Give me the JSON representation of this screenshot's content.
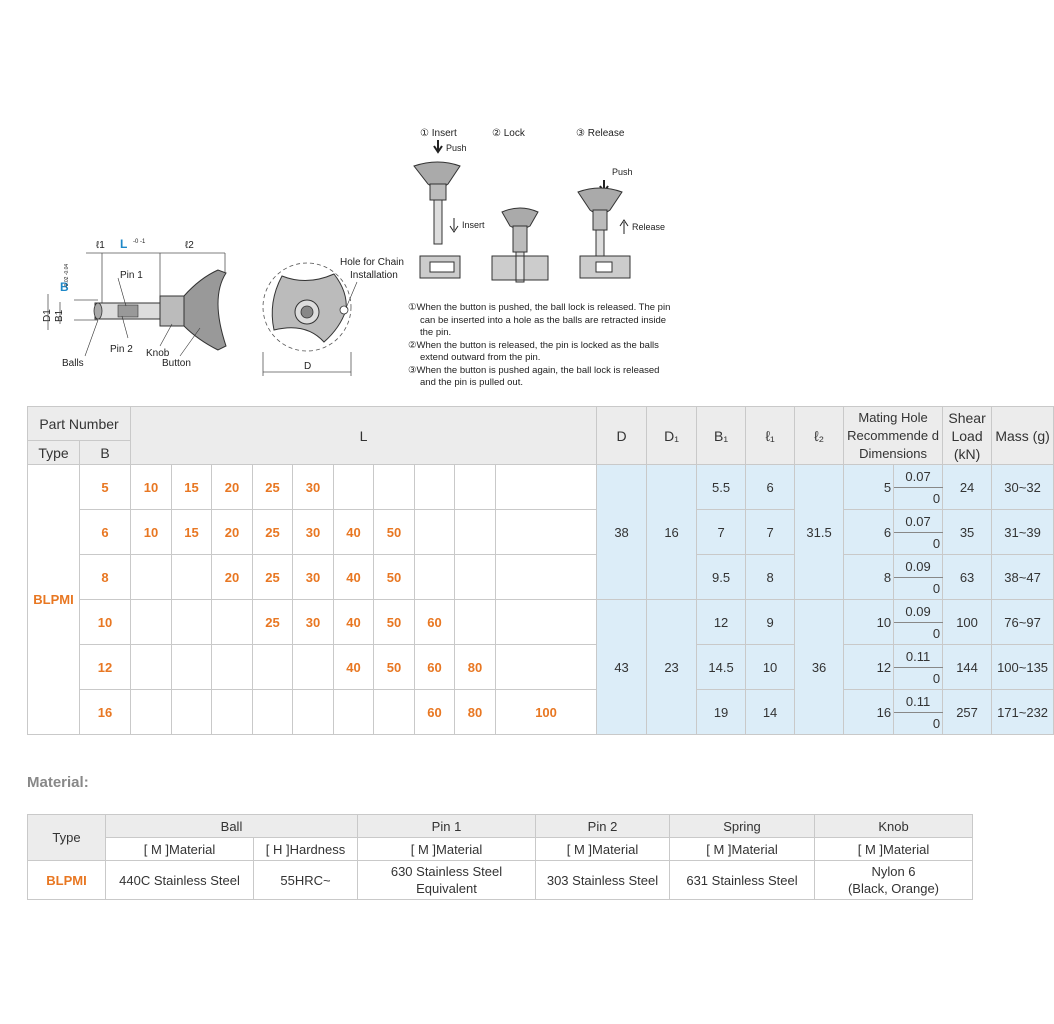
{
  "diagram": {
    "dims": {
      "l1": "ℓ1",
      "L": "L",
      "L_tol": "-0 -1",
      "l2": "ℓ2",
      "B": "B",
      "B_tol": "-0.02 -0.04",
      "D1": "D1",
      "B1": "B1",
      "D": "D"
    },
    "labels": {
      "pin1": "Pin 1",
      "pin2": "Pin 2",
      "balls": "Balls",
      "knob": "Knob",
      "button": "Button",
      "chain_hole": "Hole for Chain",
      "chain_install": "Installation"
    },
    "steps": {
      "insert": "① Insert",
      "lock": "② Lock",
      "release": "③ Release",
      "push": "Push",
      "insert_arrow": "Insert",
      "release_arrow": "Release"
    },
    "notes": [
      "①When the button is pushed, the ball lock is released. The pin",
      "can be inserted into a hole as the balls are retracted inside",
      "the pin.",
      "②When the button is released, the pin is locked as the balls",
      "extend outward from the pin.",
      "③When the button is pushed again, the ball lock is released",
      "and the pin is pulled out."
    ]
  },
  "spec_table": {
    "headers": {
      "part_number": "Part Number",
      "type": "Type",
      "b": "B",
      "l": "L",
      "d": "D",
      "d1": "D₁",
      "b1": "B₁",
      "l1": "ℓ₁",
      "l2": "ℓ₂",
      "mating": "Mating Hole Recommende d Dimensions",
      "shear": "Shear Load (kN)",
      "mass": "Mass (g)"
    },
    "type_value": "BLPMI",
    "rows": [
      {
        "b": "5",
        "L": [
          "10",
          "15",
          "20",
          "25",
          "30",
          "",
          "",
          "",
          "",
          ""
        ],
        "b1": "5.5",
        "l1": "6",
        "mh": "5",
        "mh_up": "0.07",
        "mh_lo": "0",
        "shear": "24",
        "mass": "30~32"
      },
      {
        "b": "6",
        "L": [
          "10",
          "15",
          "20",
          "25",
          "30",
          "40",
          "50",
          "",
          "",
          ""
        ],
        "b1": "7",
        "l1": "7",
        "mh": "6",
        "mh_up": "0.07",
        "mh_lo": "0",
        "shear": "35",
        "mass": "31~39"
      },
      {
        "b": "8",
        "L": [
          "",
          "",
          "20",
          "25",
          "30",
          "40",
          "50",
          "",
          "",
          ""
        ],
        "b1": "9.5",
        "l1": "8",
        "mh": "8",
        "mh_up": "0.09",
        "mh_lo": "0",
        "shear": "63",
        "mass": "38~47"
      },
      {
        "b": "10",
        "L": [
          "",
          "",
          "",
          "25",
          "30",
          "40",
          "50",
          "60",
          "",
          ""
        ],
        "b1": "12",
        "l1": "9",
        "mh": "10",
        "mh_up": "0.09",
        "mh_lo": "0",
        "shear": "100",
        "mass": "76~97"
      },
      {
        "b": "12",
        "L": [
          "",
          "",
          "",
          "",
          "",
          "40",
          "50",
          "60",
          "80",
          ""
        ],
        "b1": "14.5",
        "l1": "10",
        "mh": "12",
        "mh_up": "0.11",
        "mh_lo": "0",
        "shear": "144",
        "mass": "100~135"
      },
      {
        "b": "16",
        "L": [
          "",
          "",
          "",
          "",
          "",
          "",
          "",
          "60",
          "80",
          "100"
        ],
        "b1": "19",
        "l1": "14",
        "mh": "16",
        "mh_up": "0.11",
        "mh_lo": "0",
        "shear": "257",
        "mass": "171~232"
      }
    ],
    "groups": [
      {
        "d": "38",
        "d1": "16",
        "l2": "31.5"
      },
      {
        "d": "43",
        "d1": "23",
        "l2": "36"
      }
    ]
  },
  "material": {
    "title": "Material:",
    "type_header": "Type",
    "cols": {
      "ball": "Ball",
      "pin1": "Pin 1",
      "pin2": "Pin 2",
      "spring": "Spring",
      "knob": "Knob"
    },
    "sub": {
      "m_material": "[ M ]Material",
      "h_hardness": "[ H ]Hardness"
    },
    "row": {
      "type": "BLPMI",
      "ball_mat": "440C Stainless Steel",
      "ball_hard": "55HRC~",
      "pin1_l1": "630 Stainless Steel",
      "pin1_l2": "Equivalent",
      "pin2": "303 Stainless Steel",
      "spring": "631 Stainless Steel",
      "knob_l1": "Nylon 6",
      "knob_l2": "(Black, Orange)"
    }
  },
  "colors": {
    "accent": "#e87722",
    "highlight": "#dcedf8",
    "header": "#ececec",
    "dim_blue": "#1e88c8"
  }
}
